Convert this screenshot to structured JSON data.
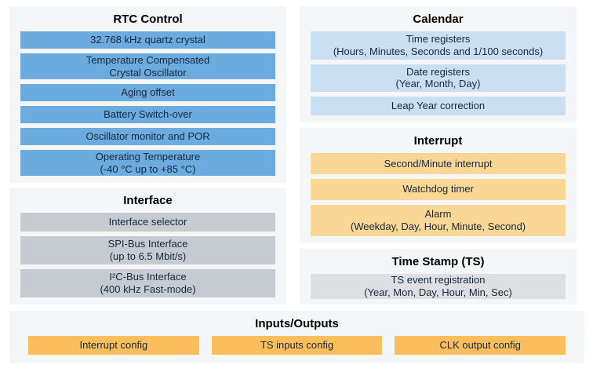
{
  "colors": {
    "panel_bg": "#F4F6F8",
    "title_text": "#000000",
    "bar_text": "#16293E",
    "rtc_bar": "#6CABDE",
    "calendar_bar": "#CBDFF2",
    "interface_bar": "#C5CBD0",
    "interrupt_bar": "#FAD794",
    "timestamp_bar": "#DDDFE2",
    "io_bar": "#FBBE5C"
  },
  "panels": {
    "rtc_control": {
      "title": "RTC Control",
      "items": [
        "32.768 kHz quartz crystal",
        "Temperature Compensated\nCrystal Oscillator",
        "Aging offset",
        "Battery Switch-over",
        "Oscillator monitor and POR",
        "Operating Temperature\n(-40 °C up to +85 °C)"
      ]
    },
    "interface": {
      "title": "Interface",
      "items": [
        "Interface selector",
        "SPI-Bus Interface\n(up to 6.5 Mbit/s)",
        "I²C-Bus Interface\n(400 kHz Fast-mode)"
      ]
    },
    "calendar": {
      "title": "Calendar",
      "items": [
        "Time registers\n(Hours, Minutes, Seconds and 1/100 seconds)",
        "Date registers\n(Year, Month, Day)",
        "Leap Year correction"
      ]
    },
    "interrupt": {
      "title": "Interrupt",
      "items": [
        "Second/Minute interrupt",
        "Watchdog timer",
        "Alarm\n(Weekday, Day, Hour, Minute, Second)"
      ]
    },
    "time_stamp": {
      "title": "Time Stamp (TS)",
      "items": [
        "TS event registration\n(Year, Mon, Day, Hour, Min, Sec)"
      ]
    },
    "inputs_outputs": {
      "title": "Inputs/Outputs",
      "items": [
        "Interrupt config",
        "TS inputs config",
        "CLK output config"
      ]
    }
  }
}
